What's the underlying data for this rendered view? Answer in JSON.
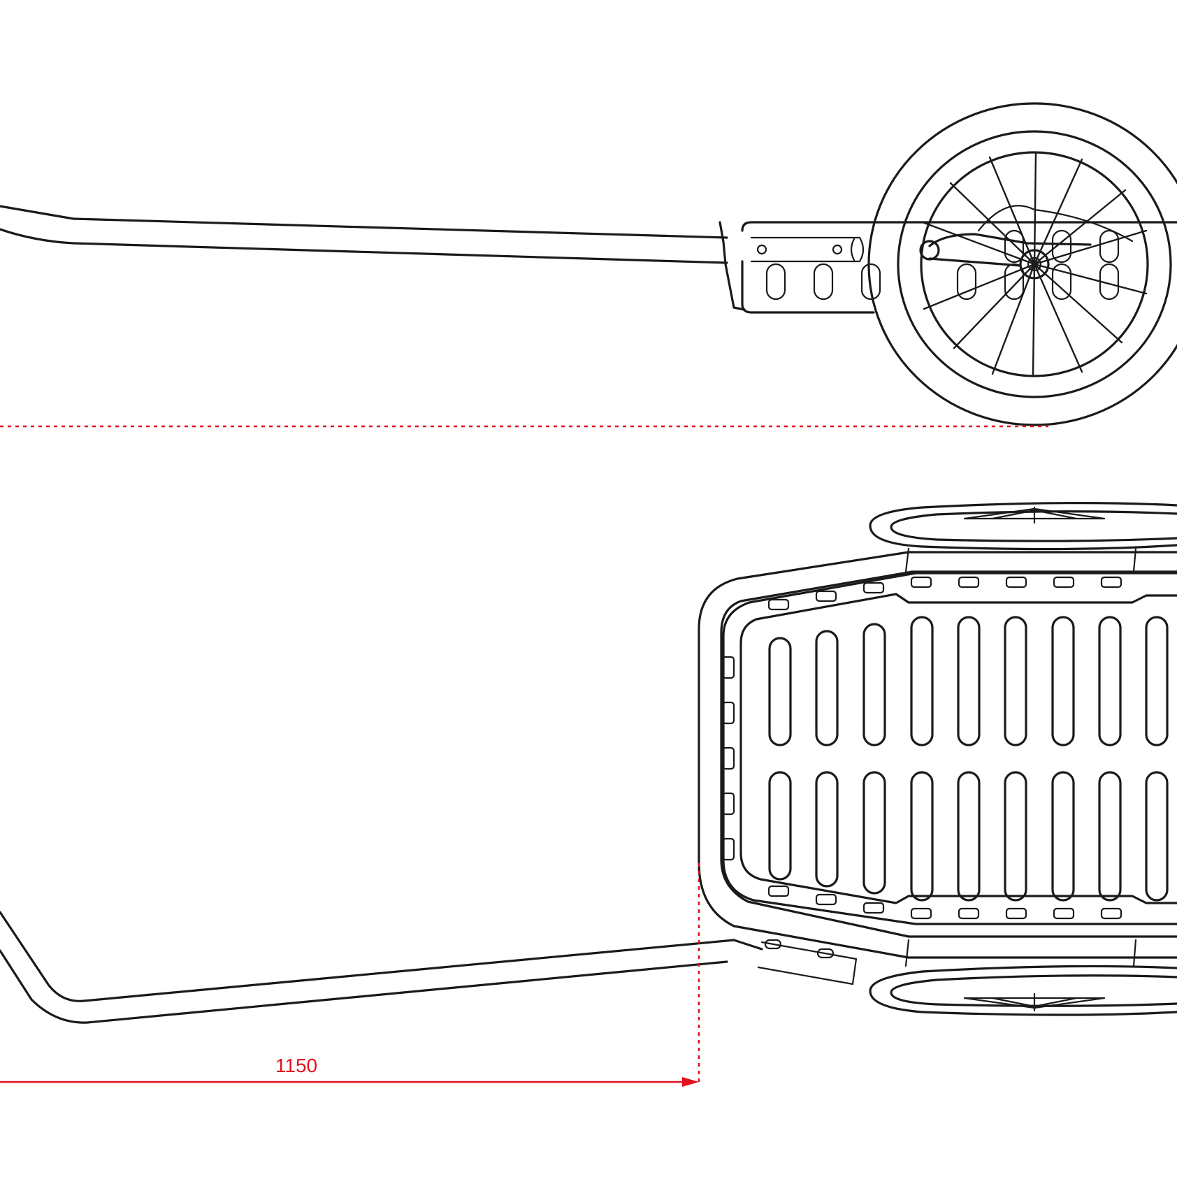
{
  "drawing": {
    "dimension": {
      "label": "1150",
      "color": "#e3101e"
    },
    "line_color": "#1a1a1a",
    "views": [
      "side-view",
      "top-view"
    ]
  }
}
